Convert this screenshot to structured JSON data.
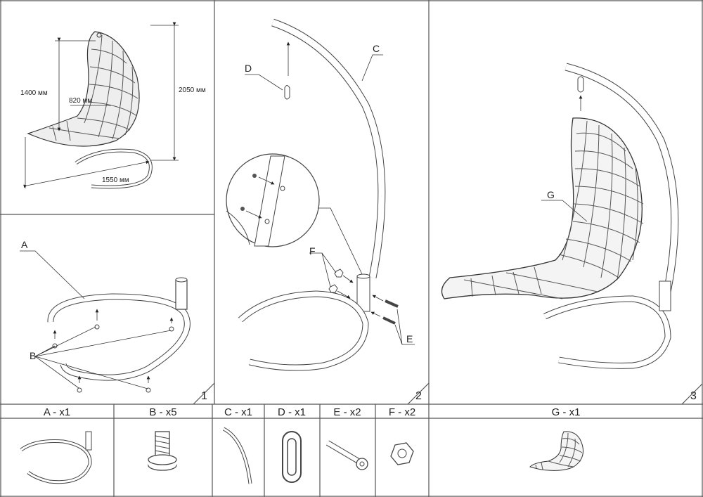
{
  "dimensions": {
    "height_total": "2050 мм",
    "height_seat": "1400 мм",
    "width_seat": "820 мм",
    "length": "1550 мм"
  },
  "steps": [
    {
      "number": "1",
      "labels": {
        "a": "A",
        "b": "B"
      }
    },
    {
      "number": "2",
      "labels": {
        "c": "C",
        "d": "D",
        "e": "E",
        "f": "F"
      }
    },
    {
      "number": "3",
      "labels": {
        "g": "G"
      }
    }
  ],
  "parts": [
    {
      "label": "A - x1"
    },
    {
      "label": "B - x5"
    },
    {
      "label": "C - x1"
    },
    {
      "label": "D - x1"
    },
    {
      "label": "E - x2"
    },
    {
      "label": "F - x2"
    },
    {
      "label": "G - x1"
    }
  ]
}
